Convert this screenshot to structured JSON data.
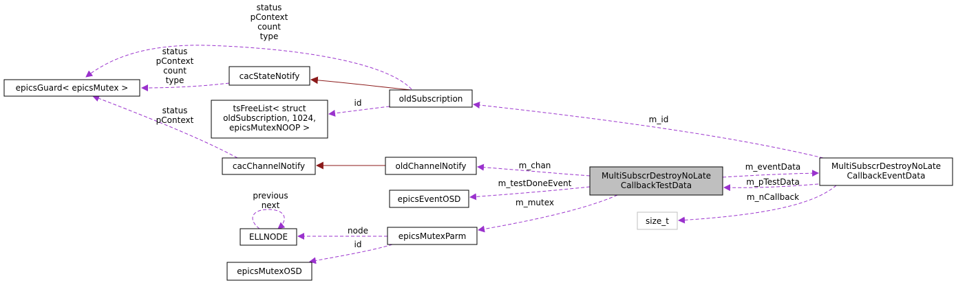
{
  "diagram": {
    "nodes": {
      "epics_guard": [
        "epicsGuard< epicsMutex >"
      ],
      "cac_state_notify": [
        "cacStateNotify"
      ],
      "ts_free_list": [
        "tsFreeList< struct",
        "oldSubscription, 1024,",
        "epicsMutexNOOP >"
      ],
      "old_subscription": [
        "oldSubscription"
      ],
      "cac_channel_notify": [
        "cacChannelNotify"
      ],
      "old_channel_notify": [
        "oldChannelNotify"
      ],
      "test_data": [
        "MultiSubscrDestroyNoLate",
        "CallbackTestData"
      ],
      "event_data": [
        "MultiSubscrDestroyNoLate",
        "CallbackEventData"
      ],
      "epics_event_osd": [
        "epicsEventOSD"
      ],
      "ellnode": [
        "ELLNODE"
      ],
      "epics_mutex_parm": [
        "epicsMutexParm"
      ],
      "size_t": [
        "size_t"
      ],
      "epics_mutex_osd": [
        "epicsMutexOSD"
      ]
    },
    "edge_labels": {
      "sub_to_guard": [
        "status",
        "pContext",
        "count",
        "type"
      ],
      "statenotify_to_guard": [
        "status",
        "pContext",
        "count",
        "type"
      ],
      "channotify_to_guard": [
        "status",
        "pContext"
      ],
      "sub_to_freelist": [
        "id"
      ],
      "event_to_sub": [
        "m_id"
      ],
      "test_to_chan": [
        "m_chan"
      ],
      "test_to_event_data": [
        "m_eventData"
      ],
      "event_to_test_data": [
        "m_pTestData"
      ],
      "test_to_event_osd": [
        "m_testDoneEvent"
      ],
      "test_to_mutex_parm": [
        "m_mutex"
      ],
      "event_to_size": [
        "m_nCallback"
      ],
      "ellnode_self": [
        "previous",
        "next"
      ],
      "parm_to_ellnode": [
        "node"
      ],
      "parm_to_mutex_osd": [
        "id"
      ]
    }
  }
}
